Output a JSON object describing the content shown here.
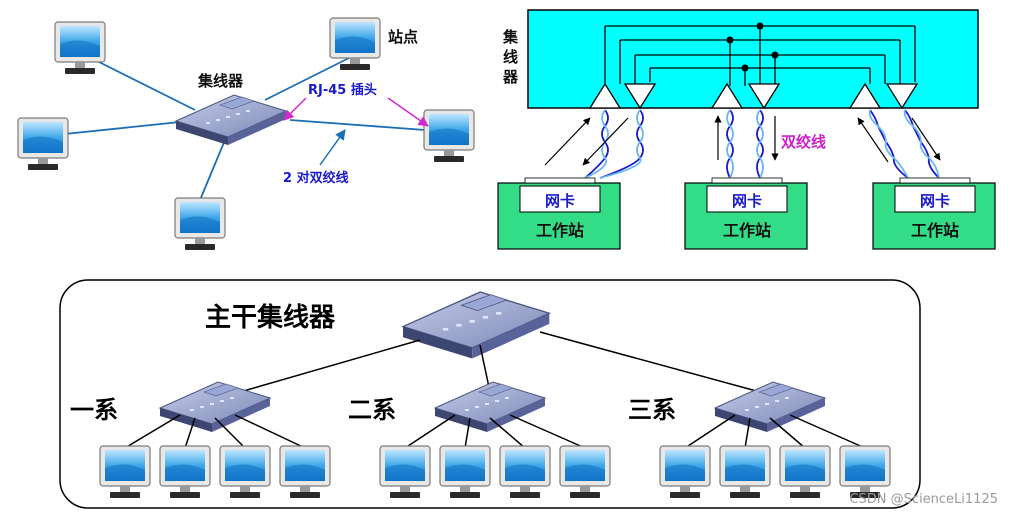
{
  "top_left": {
    "hub_label": "集线器",
    "station_label": "站点",
    "rj45_label": "RJ-45 插头",
    "twisted_pair_label": "2 对双绞线"
  },
  "top_right": {
    "hub_label": "集线器",
    "twisted_pair_label": "双绞线",
    "nic_label": "网卡",
    "workstation_label": "工作站",
    "colors": {
      "hub_fill": "#00ffff",
      "station_fill": "#33dd88",
      "nic_fill": "#ffffff",
      "twisted_pair_label": "#cc22cc"
    }
  },
  "bottom": {
    "backbone_label": "主干集线器",
    "departments": [
      "一系",
      "二系",
      "三系"
    ]
  },
  "watermark": "CSDN @ScienceLi1125",
  "colors": {
    "link_line": "#1a6fb5",
    "blue_label": "#1a1acc",
    "magenta_arrow": "#d02ad0",
    "screen": "#3fa8e8"
  }
}
